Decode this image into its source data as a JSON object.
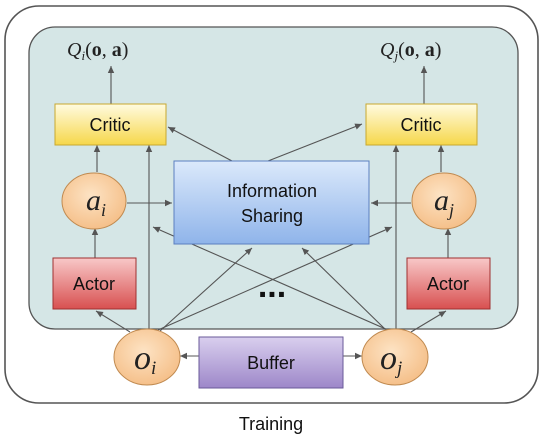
{
  "caption": "Training",
  "q_left": {
    "prefix": "Q",
    "sub": "i",
    "args_open": "(",
    "o": "o",
    "comma": ", ",
    "a": "a",
    "args_close": ")"
  },
  "q_right": {
    "prefix": "Q",
    "sub": "j",
    "args_open": "(",
    "o": "o",
    "comma": ", ",
    "a": "a",
    "args_close": ")"
  },
  "critic_left": "Critic",
  "critic_right": "Critic",
  "info_line1": "Information",
  "info_line2": "Sharing",
  "action_left": {
    "base": "a",
    "sub": "i"
  },
  "action_right": {
    "base": "a",
    "sub": "j"
  },
  "actor_left": "Actor",
  "actor_right": "Actor",
  "ellipsis": "...",
  "obs_left": {
    "base": "o",
    "sub": "i"
  },
  "obs_right": {
    "base": "o",
    "sub": "j"
  },
  "buffer": "Buffer",
  "colors": {
    "outer_border": "#555555",
    "inner_fill": "#d5e6e6",
    "critic_fill_top": "#fffbe0",
    "critic_fill_bottom": "#f6d74a",
    "critic_border": "#c8a830",
    "actor_fill_top": "#f8c8c8",
    "actor_fill_bottom": "#d85050",
    "actor_border": "#a03030",
    "info_fill_top": "#dbe9fb",
    "info_fill_bottom": "#8fb4ea",
    "info_border": "#5b7fc0",
    "buffer_fill_top": "#d9cfee",
    "buffer_fill_bottom": "#9d87c9",
    "buffer_border": "#6a5a99",
    "circle_fill": "#f8cfa0",
    "circle_border": "#c08a50",
    "arrow": "#555555"
  }
}
